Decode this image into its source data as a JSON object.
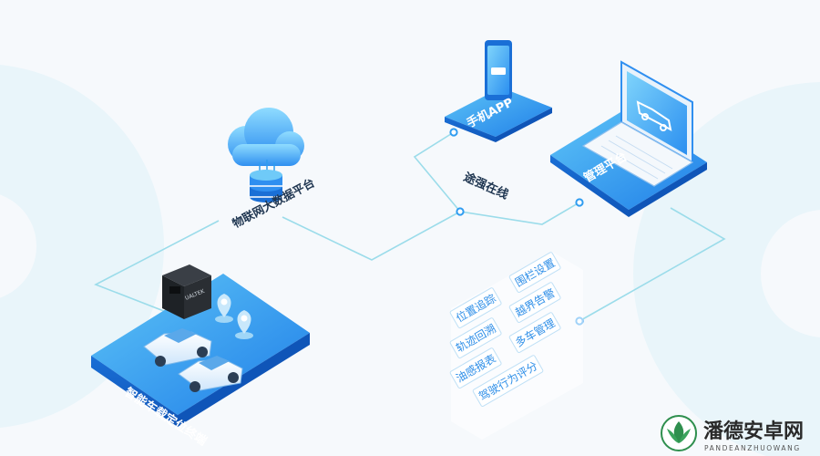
{
  "nodes": {
    "cloud_platform": "物联网大数据平台",
    "mobile_app": "手机APP",
    "manager_platform": "管理平台",
    "vehicle_terminal": "智能车载定位终端",
    "connection": "途强在线"
  },
  "obd_screen_text": "UALTEK",
  "features": [
    "位置追踪",
    "围栏设置",
    "轨迹回溯",
    "越界告警",
    "油感报表",
    "多车管理",
    "驾驶行为评分"
  ],
  "watermark": {
    "title": "潘德安卓网",
    "subtitle": "PANDEANZHUOWANG"
  },
  "colors": {
    "accent": "#1f8ff0",
    "accent_light": "#5ec5f7",
    "line": "#9bdcea",
    "background": "#f6f9fc",
    "logo_green": "#2f8f4e"
  }
}
